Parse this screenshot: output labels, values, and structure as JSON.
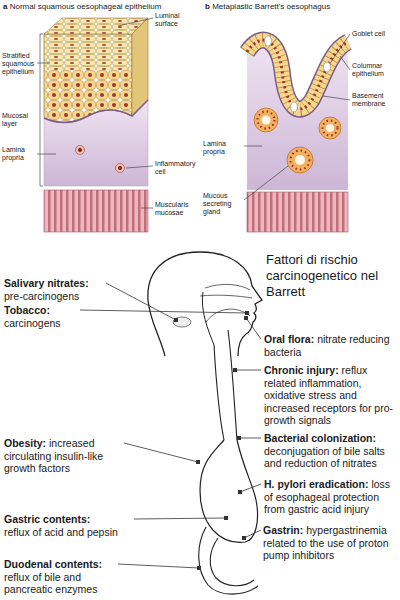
{
  "diagram": {
    "title": "Fattori di rischio carcinogenetico nel Barrett",
    "labels": [
      "a",
      "Normal squamous oesophageal epithelium",
      "Luminal surface",
      "Stratified squamous epithelium",
      "Mucosal layer",
      "Lamina propria",
      "Inflammatory cell",
      "Muscularis mucosae",
      "b",
      "Metaplastic Barrett's oesophagus",
      "Goblet cell",
      "Columnar epithelium",
      "Basement membrane",
      "Lamina propria",
      "Mucous secreting gland",
      "Salivary nitrates:",
      "pre-carcinogens",
      "Tobacco:",
      "carcinogens",
      "Obesity:",
      "increased circulating insulin-like growth factors",
      "Gastric contents:",
      "reflux of acid and pepsin",
      "Duodenal contents:",
      "reflux of bile and pancreatic enzymes",
      "Oral flora:",
      "nitrate reducing bacteria",
      "Chronic injury:",
      "reflux related inflammation, oxidative stress and increased receptors for pro-growth signals",
      "Bacterial colonization:",
      "deconjugation of bile salts and reduction of nitrates",
      "H. pylori eradication:",
      "loss of esophageal protection from gastric acid injury",
      "Gastrin:",
      "hypergastrinemia related to the use of proton pump inhibitors"
    ]
  }
}
